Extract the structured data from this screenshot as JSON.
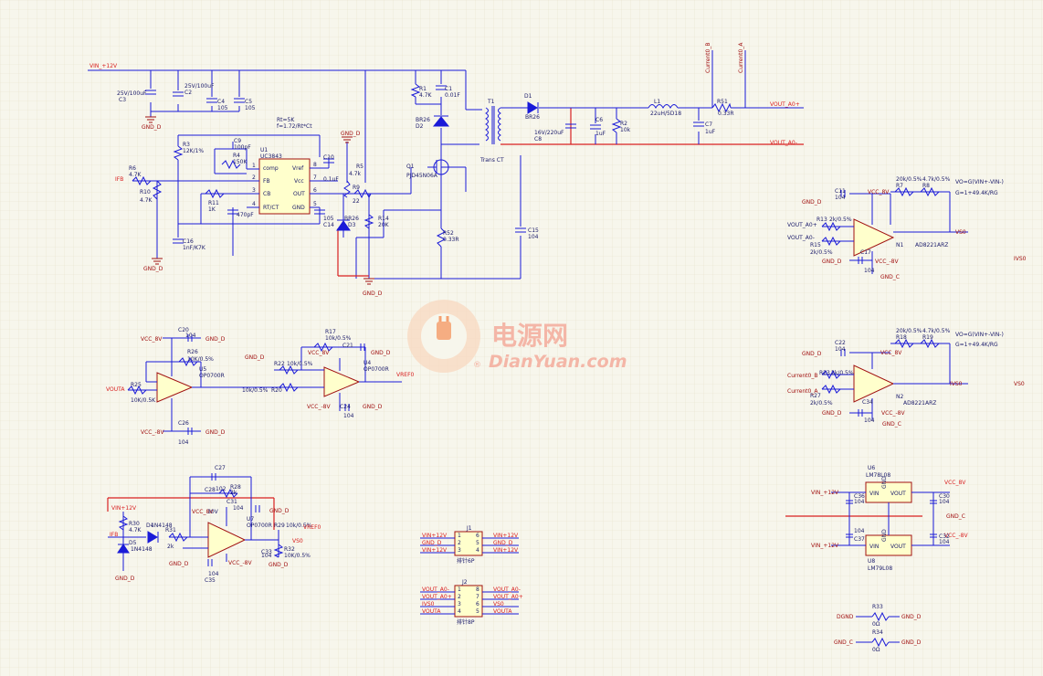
{
  "watermark": {
    "cn": "电源网",
    "en": "DianYuan.com",
    "reg": "®"
  },
  "nets": {
    "vin": "VIN_+12V",
    "gnd": "GND_D",
    "gnd_c": "GND_C",
    "ifb": "IFB",
    "vout_p": "VOUT_A0+",
    "vout_n": "VOUT_A0-",
    "cur_b": "Current0_B",
    "cur_a": "Current0_A",
    "vref": "VREF0",
    "vouta": "VOUTA",
    "ivs0": "IVS0",
    "vs0": "VS0",
    "vcc_p": "VCC_8V",
    "vcc_n": "VCC_-8V",
    "vin_b": "VIN+12V",
    "dgnd": "DGND"
  },
  "labels": {
    "c3v": "25V/100uF",
    "c3": "C3",
    "c2v": "25V/100uF",
    "c2": "C2",
    "c4": "C4",
    "c4v": "105",
    "c5": "C5",
    "c5v": "105",
    "rt_eq1": "Rt=5K",
    "rt_eq2": "f=1.72/Rt*Ct",
    "r1": "R1",
    "r1v": "4.7K",
    "c1": "C1",
    "c1v": "0.01F",
    "t1": "T1",
    "br26a": "BR26",
    "d2": "D2",
    "d1": "D1",
    "br26b": "BR26",
    "c8v": "16V/220uF",
    "c8": "C8",
    "c6": "C6",
    "c6v": "1uF",
    "r2": "R2",
    "r2v": "10k",
    "l1": "L1",
    "l1v": "22uH/5D18",
    "r51": "R51",
    "r51v": "0.33R",
    "c7": "C7",
    "c7v": "1uF",
    "trans": "Trans CT",
    "q1": "Q1",
    "q1v": "PJD45N06A",
    "r3": "R3",
    "r3v": "12K/1%",
    "c9": "C9",
    "c9v": "100pF",
    "r4": "R4",
    "r4v": "150K",
    "u1": "U1",
    "u1v": "UC3843",
    "comp": "comp",
    "fb": "FB",
    "cb": "CB",
    "rtct": "RT/CT",
    "vref_pin": "Vref",
    "vcc_pin": "Vcc",
    "out_pin": "OUT",
    "gnd_pin": "GND",
    "p1": "1",
    "p2": "2",
    "p3": "3",
    "p4": "4",
    "p5": "5",
    "p6": "6",
    "p7": "7",
    "p8": "8",
    "c10": "C10",
    "c10v": "0.1uF",
    "r5": "R5",
    "r5v": "4.7k",
    "r6": "R6",
    "r6v": "4.7K",
    "r10": "R10",
    "r10v": "4.7K",
    "r11": "R11",
    "r11v": "1K",
    "c12v": "470pF",
    "c16": "C16",
    "c16v": "1nF/K7K",
    "r9": "R9",
    "r9v": "22",
    "c14": "C14",
    "c14v": "105",
    "br26c": "BR26",
    "d3": "D3",
    "r14": "R14",
    "r14v": "20K",
    "r52": "R52",
    "r52v": "0.33R",
    "c15": "C15",
    "c15v": "104",
    "c11": "C11",
    "c11v": "104",
    "r7": "R7",
    "r7v": "20k/0.5%",
    "r8": "R8",
    "r8v": "4.7k/0.5%",
    "eq1": "VO=G(VIN+-VIN-)",
    "eq2": "G=1+49.4K/RG",
    "r13": "R13",
    "r13v": "2k/0.5%",
    "r15": "R15",
    "r15v": "2k/0.5%",
    "c17": "C17",
    "c17v": "104",
    "n1": "N1",
    "n1v": "AD8221ARZ",
    "c22": "C22",
    "c22v": "104",
    "r18": "R18",
    "r18v": "20k/0.5%",
    "r19": "R19",
    "r19v": "4.7k/0.5%",
    "eq3": "VO=G(VIN+-VIN-)",
    "eq4": "G=1+49.4K/RG",
    "r23": "R23",
    "r23v": "2k/0.5%",
    "r27": "R27",
    "r27v": "2k/0.5%",
    "c34": "C34",
    "c34v": "104",
    "n2": "N2",
    "n2v": "AD8221ARZ",
    "c20": "C20",
    "c20v": "104",
    "r26": "R26",
    "r26v": "10K/0.5%",
    "u5": "U5",
    "u5v": "OP0700R",
    "r25": "R25",
    "r25v": "10K/0.5K",
    "c26": "C26",
    "c26v": "104",
    "r17": "R17",
    "r17v": "10k/0.5%",
    "c21": "C21",
    "u4": "U4",
    "u4v": "OP0700R",
    "r22": "R22",
    "r22v": "10k/0.5%",
    "r20": "R20",
    "r20v": "10k/0.5%",
    "c24": "C24",
    "c24v": "104",
    "c27": "C27",
    "c27v": "102",
    "c28": "C28",
    "c28v": "104",
    "r28": "R28",
    "r28v": "2k",
    "c31": "C31",
    "c29v": "30V",
    "u7": "U7",
    "u7v": "OP0700R",
    "r29": "R29",
    "r29v": "10k/0.5%",
    "r32": "R32",
    "r32v": "10K/0.5%",
    "c33": "C33",
    "c33v": "104",
    "c35": "C35",
    "c35v": "104",
    "r30": "R30",
    "r30v": "4.7K",
    "d4": "D4",
    "d4v": "1N4148",
    "r31": "R31",
    "r31v": "2k",
    "d5": "D5",
    "d5v": "1N4148",
    "j1": "J1",
    "j1v": "排针6P",
    "j2": "J2",
    "j2v": "排针8P",
    "u6": "U6",
    "u6v": "LM78L08",
    "u8": "U8",
    "u8v": "LM79L08",
    "reg_gnd": "GND",
    "reg_vin": "VIN",
    "reg_vout": "VOUT",
    "c30": "C30",
    "c30v": "104",
    "c32": "C32",
    "c32v": "104",
    "c36": "C36",
    "c36v": "104",
    "c37": "C37",
    "c37v": "104",
    "r33": "R33",
    "r33v": "0Ω",
    "r34": "R34",
    "r34v": "0Ω",
    "vcc_8v": "VCC_8V",
    "vcc_m8v": "VCC_-8V"
  },
  "j1_pins": [
    {
      "l": "VIN+12V",
      "ln": "1",
      "rn": "6",
      "r": "VIN+12V"
    },
    {
      "l": "GND_D",
      "ln": "2",
      "rn": "5",
      "r": "GND_D"
    },
    {
      "l": "VIN+12V",
      "ln": "3",
      "rn": "4",
      "r": "VIN+12V"
    }
  ],
  "j2_pins": [
    {
      "l": "VOUT_A0-",
      "ln": "1",
      "rn": "8",
      "r": "VOUT_A0-"
    },
    {
      "l": "VOUT_A0+",
      "ln": "2",
      "rn": "7",
      "r": "VOUT_A0+"
    },
    {
      "l": "IVS0",
      "ln": "3",
      "rn": "6",
      "r": "VS0"
    },
    {
      "l": "VOUTA",
      "ln": "4",
      "rn": "5",
      "r": "VOUTA"
    }
  ]
}
